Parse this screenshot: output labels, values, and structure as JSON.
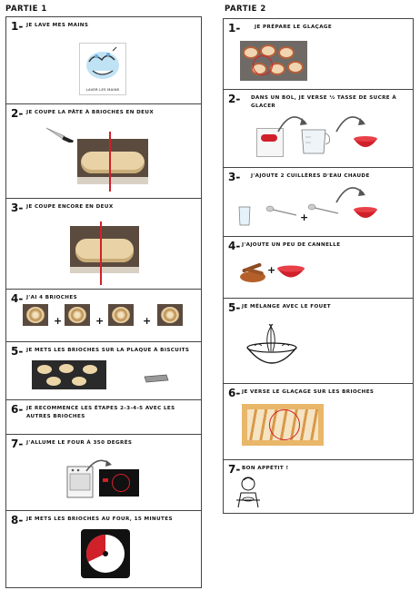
{
  "headers": {
    "left": "PARTIE 1",
    "right": "PARTIE 2"
  },
  "left_steps": [
    {
      "num": "1-",
      "text": "JE LAVE MES MAINS",
      "caption": "LAVER LES MAINS"
    },
    {
      "num": "2-",
      "text": "JE COUPE LA PÂTE À BRIOCHES EN DEUX"
    },
    {
      "num": "3-",
      "text": "JE COUPE ENCORE EN DEUX"
    },
    {
      "num": "4-",
      "text": "J'AI 4 BRIOCHES"
    },
    {
      "num": "5-",
      "text": "JE METS LES BRIOCHES SUR LA PLAQUE À BISCUITS"
    },
    {
      "num": "6-",
      "text": "JE RECOMMENCE LES ÉTAPES 2-3-4-5 AVEC LES AUTRES BRIOCHES"
    },
    {
      "num": "7-",
      "text": "J'ALLUME LE FOUR À 350 DEGRÉS"
    },
    {
      "num": "8-",
      "text": "JE METS LES BRIOCHES AU FOUR, 15 MINUTES"
    }
  ],
  "right_steps": [
    {
      "num": "1-",
      "text": "JE PRÉPARE LE GLAÇAGE"
    },
    {
      "num": "2-",
      "text": "DANS UN BOL, JE VERSE ½ TASSE DE SUCRE À GLACER"
    },
    {
      "num": "3-",
      "text": "J'AJOUTE 2 CUILLÈRES D'EAU CHAUDE"
    },
    {
      "num": "4-",
      "text": "J'AJOUTE UN PEU DE CANNELLE"
    },
    {
      "num": "5-",
      "text": "JE MÉLANGE AVEC LE FOUET"
    },
    {
      "num": "6-",
      "text": "JE VERSE LE GLAÇAGE SUR LES BRIOCHES"
    },
    {
      "num": "7-",
      "text": "BON APPÉTIT !"
    }
  ],
  "plus_sign": "+",
  "colors": {
    "border": "#444444",
    "red": "#d0202a",
    "dough": "#e9d3a6"
  }
}
